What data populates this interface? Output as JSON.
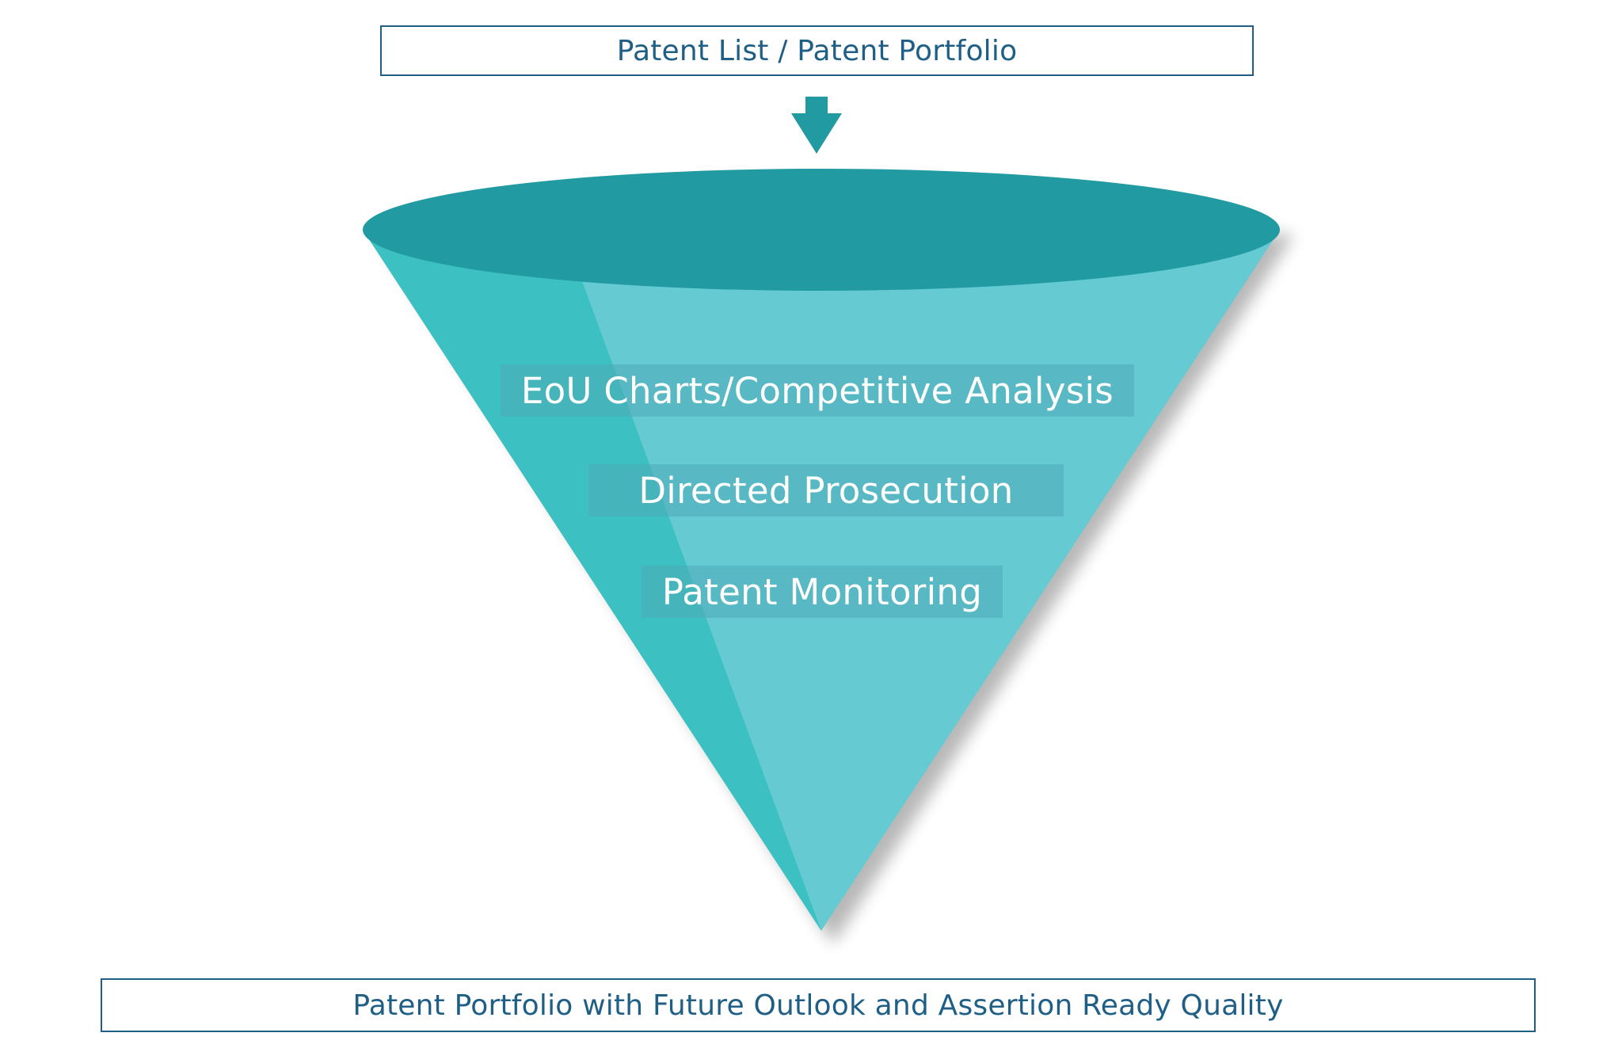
{
  "input_box": {
    "label": "Patent List / Patent Portfolio"
  },
  "funnel": {
    "stages": [
      {
        "label": "EoU Charts/Competitive Analysis"
      },
      {
        "label": "Directed Prosecution"
      },
      {
        "label": "Patent Monitoring"
      }
    ],
    "colors": {
      "rim": "#219aa2",
      "cone_light": "#65cad2",
      "cone_dark": "#3cc0c2",
      "arrow": "#219aa2"
    }
  },
  "output_box": {
    "label": "Patent Portfolio with Future Outlook and Assertion Ready Quality"
  },
  "colors": {
    "box_border": "#1f5f86",
    "box_text": "#1f5f86"
  }
}
